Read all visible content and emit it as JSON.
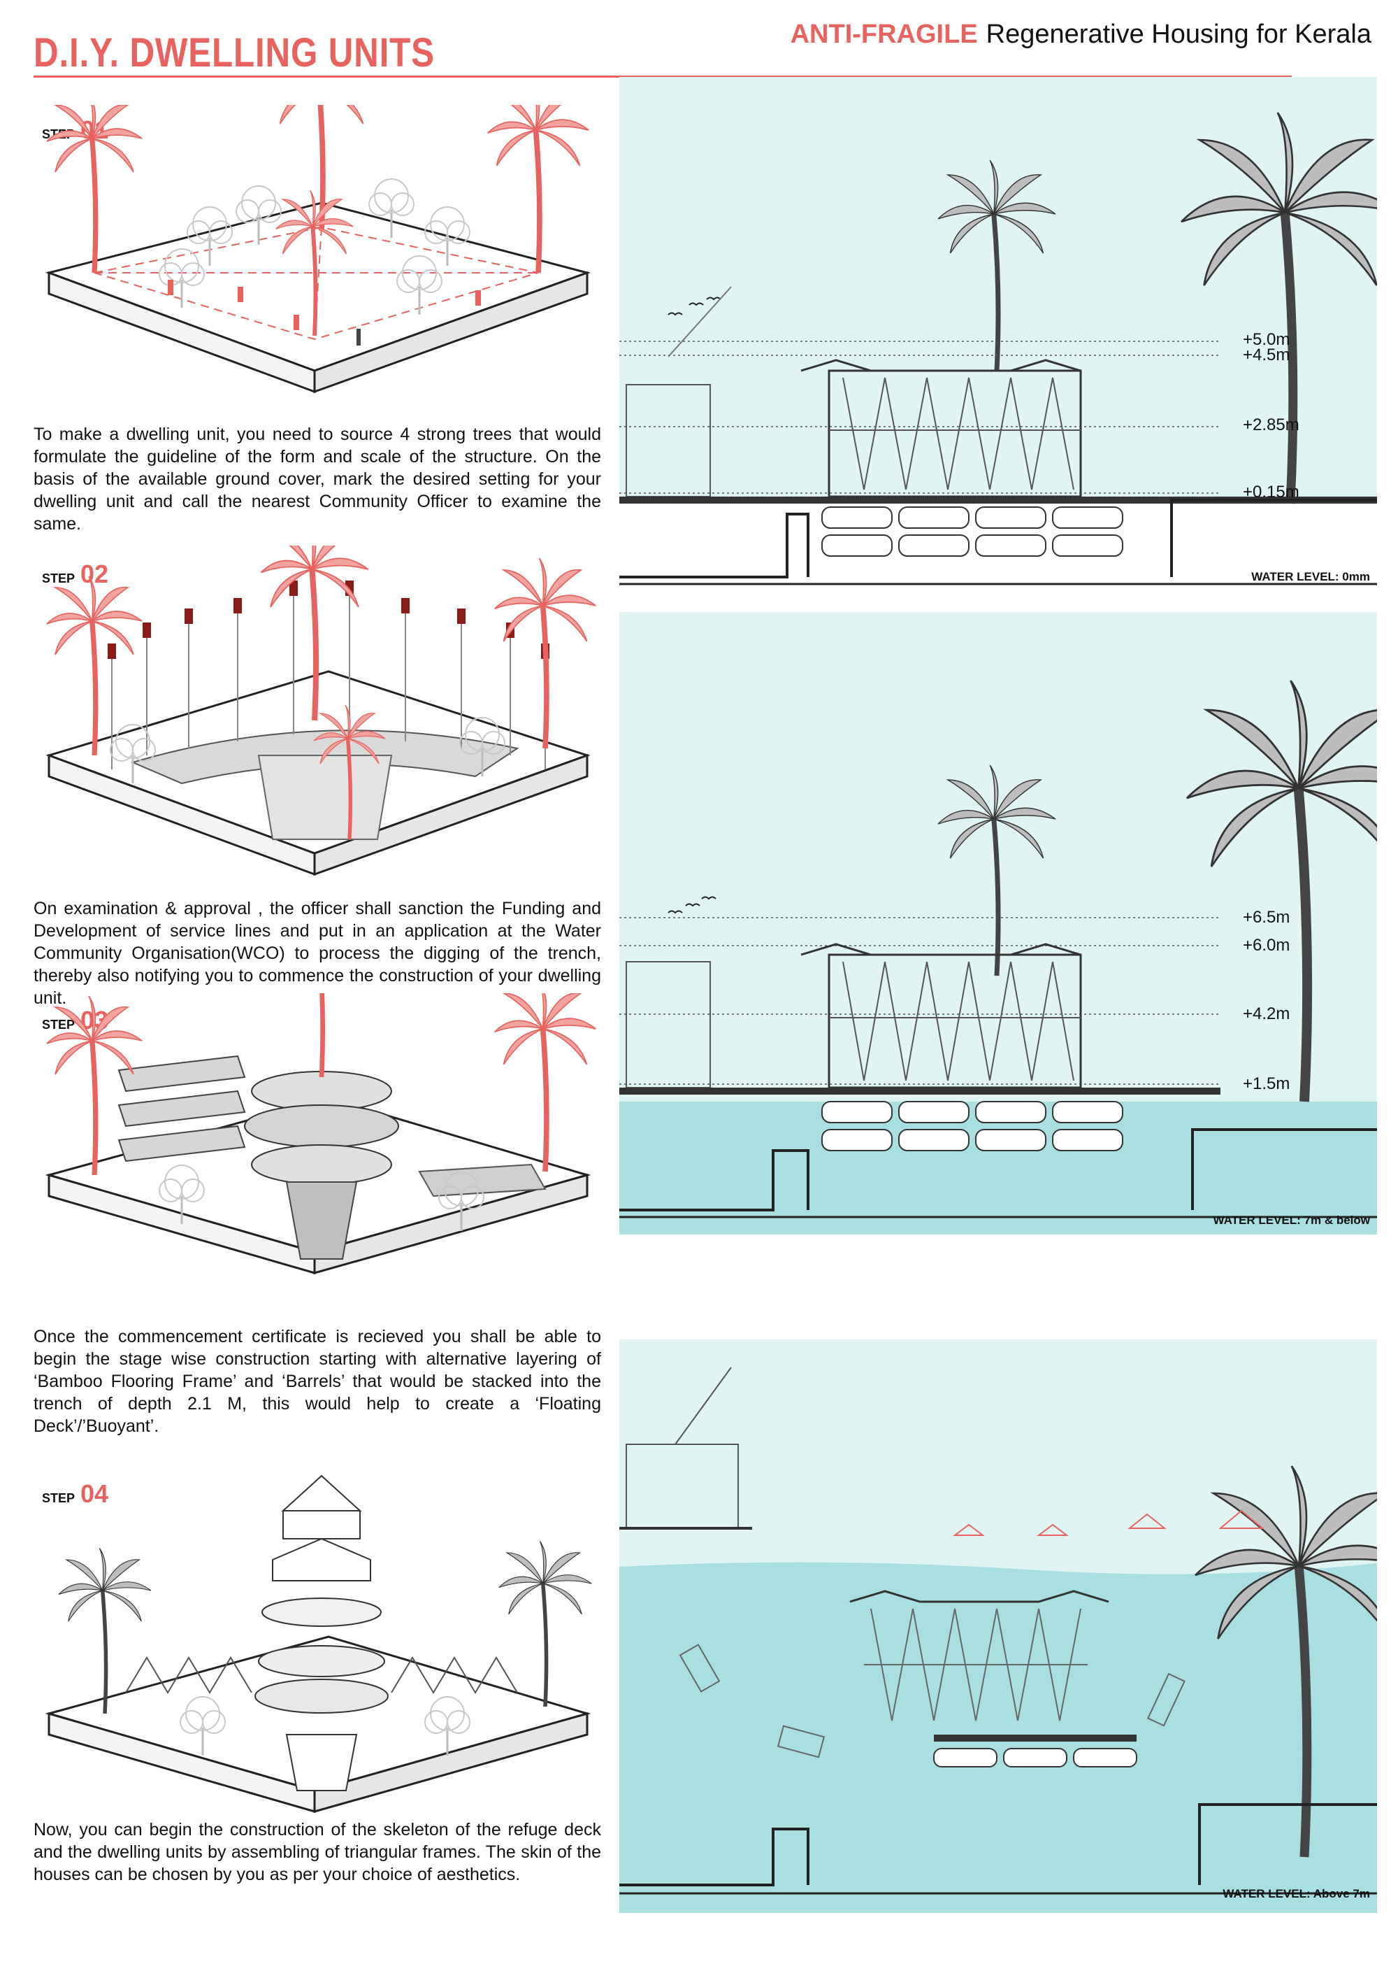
{
  "header": {
    "title": "D.I.Y. DWELLING UNITS",
    "brand": "ANTI-FRAGILE",
    "subtitle": "Regenerative Housing for Kerala"
  },
  "step_word": "STEP",
  "steps": [
    {
      "number": "01",
      "text": "To make a dwelling unit, you need to source 4 strong trees that would formulate the guideline of the form and scale of the structure. On the basis of the available ground cover, mark the desired setting for your dwelling unit and call the nearest Community Officer to examine the same."
    },
    {
      "number": "02",
      "text": "On examination & approval , the officer shall sanction the Funding and Development of service lines and put in an application at the Water Community Organisation(WCO) to process the digging of the trench, thereby also notifying you to commence the construction of your dwelling unit."
    },
    {
      "number": "03",
      "text": "Once the commencement certificate is recieved you shall be able to begin the stage wise construction starting with alternative layering of ‘Bamboo Flooring Frame’ and ‘Barrels’ that would be stacked into the trench of depth 2.1 M, this would help to create a ‘Floating Deck’/’Buoyant’."
    },
    {
      "number": "04",
      "text": "Now, you can begin the construction of the skeleton of the refuge deck and the dwelling units by assembling of triangular frames. The skin of the houses can be chosen by you as per your choice of aesthetics."
    }
  ],
  "sections": [
    {
      "water_level": "WATER LEVEL: 0mm",
      "levels": [
        "+5.0m",
        "+4.5m",
        "+2.85m",
        "+0.15m"
      ]
    },
    {
      "water_level": "WATER LEVEL: 7m & below",
      "levels": [
        "+6.5m",
        "+6.0m",
        "+4.2m",
        "+1.5m"
      ]
    },
    {
      "water_level": "WATER LEVEL: Above 7m",
      "levels": []
    }
  ],
  "colors": {
    "accent": "#e8625f",
    "water": "#a9dfe0",
    "sky": "#dff3f3"
  }
}
